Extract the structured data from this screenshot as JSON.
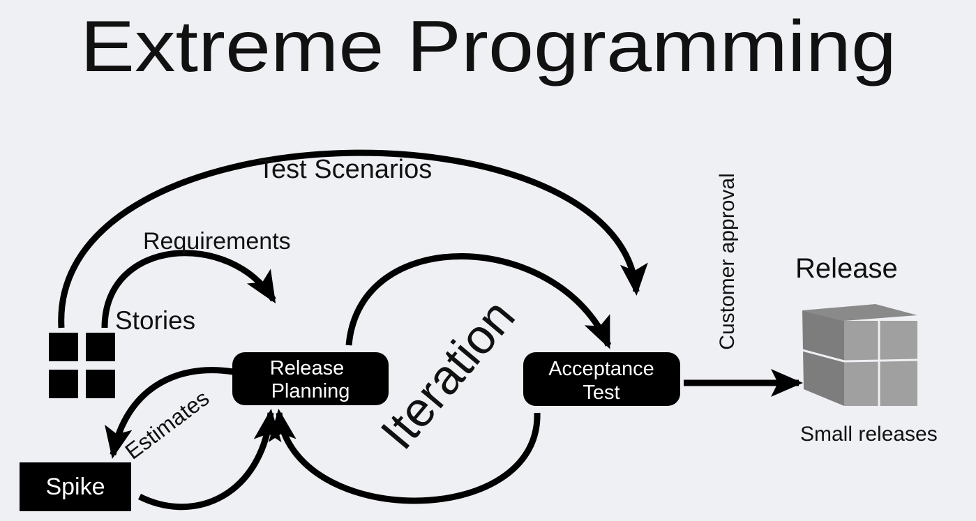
{
  "title": "Extreme Programming",
  "labels": {
    "test_scenarios": "Test Scenarios",
    "requirements": "Requirements",
    "stories": "Stories",
    "estimates": "Estimates",
    "iteration": "Iteration",
    "customer_approval": "Customer approval",
    "release": "Release",
    "small_releases": "Small releases"
  },
  "nodes": {
    "release_planning": {
      "line1": "Release",
      "line2": "Planning"
    },
    "acceptance_test": {
      "line1": "Acceptance",
      "line2": "Test"
    },
    "spike": "Spike"
  },
  "colors": {
    "background": "#eff0f4",
    "ink": "#000000",
    "cube": "#8e8e8e"
  }
}
